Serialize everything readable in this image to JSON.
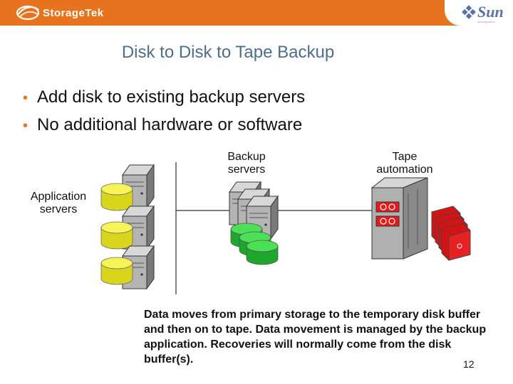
{
  "header": {
    "brand": "StorageTek",
    "partner_brand": "Sun",
    "partner_tagline": "microsystems",
    "bar_color": "#e8731f"
  },
  "slide": {
    "title": "Disk to Disk to Tape Backup",
    "bullets": [
      "Add disk to existing backup servers",
      "No additional hardware or software"
    ],
    "bullet_glyph": "•",
    "page_number": "12"
  },
  "diagram": {
    "labels": {
      "backup_servers": [
        "Backup",
        "servers"
      ],
      "tape_automation": [
        "Tape",
        "automation"
      ],
      "application_servers": [
        "Application",
        "servers"
      ]
    },
    "caption": "Data moves from primary storage to the temporary disk buffer and then on to tape. Data movement is managed by the backup application. Recoveries will normally come from the disk buffer(s).",
    "colors": {
      "primary_disk": "#f2ee2a",
      "buffer_disk": "#2ec23a",
      "tape_cartridge": "#e21b1b",
      "server": "#a8a8a8"
    },
    "icons": [
      "server-icon",
      "disk-icon",
      "tape-library-icon",
      "tape-cartridge-icon"
    ]
  }
}
